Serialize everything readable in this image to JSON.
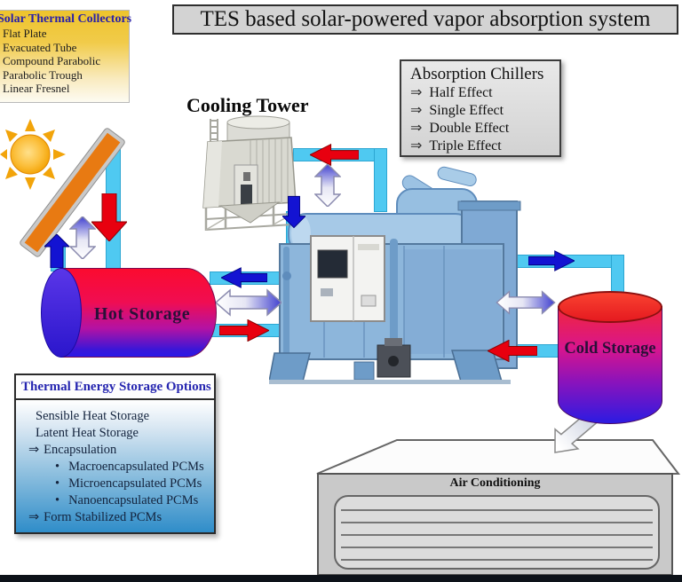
{
  "header": {
    "title": "TES based solar-powered vapor absorption system"
  },
  "solar_collectors_box": {
    "title": "Solar Thermal Collectors",
    "items": [
      "Flat Plate",
      "Evacuated Tube",
      "Compound Parabolic",
      "Parabolic Trough",
      "Linear Fresnel"
    ]
  },
  "absorption_chillers_box": {
    "title": "Absorption Chillers",
    "prefix": "⇒",
    "items": [
      "Half Effect",
      "Single Effect",
      "Double Effect",
      "Triple Effect"
    ]
  },
  "tes_options_box": {
    "title": "Thermal Energy Storage Options",
    "items": [
      {
        "prefix": "",
        "text": "Sensible Heat Storage"
      },
      {
        "prefix": "",
        "text": "Latent Heat Storage"
      },
      {
        "prefix": "⇒",
        "text": "Encapsulation"
      },
      {
        "prefix": "•",
        "text": "Macroencapsulated PCMs"
      },
      {
        "prefix": "•",
        "text": "Microencapsulated PCMs"
      },
      {
        "prefix": "•",
        "text": "Nanoencapsulated PCMs"
      },
      {
        "prefix": "⇒",
        "text": "Form Stabilized PCMs"
      }
    ]
  },
  "labels": {
    "cooling_tower": "Cooling Tower",
    "hot_storage": "Hot Storage",
    "cold_storage": "Cold Storage",
    "air_conditioning": "Air Conditioning"
  },
  "colors": {
    "pipe_cyan": "#4FC9F1",
    "hot_flow_red": "#E8000F",
    "cold_flow_blue": "#1313D2",
    "gradient_arrow_blue": "#4040CF",
    "tank_gradient_top_red": "#FB0B2F",
    "tank_gradient_bottom_blue": "#2B18E6",
    "solar_box_gold": "#EEC42C",
    "tes_box_blue": "#2F8DC9",
    "collector_orange": "#E87A12",
    "chiller_blue": "#8DB6DB",
    "tower_gray": "#D9D9D1",
    "box_gray": "#D3D3D3"
  }
}
